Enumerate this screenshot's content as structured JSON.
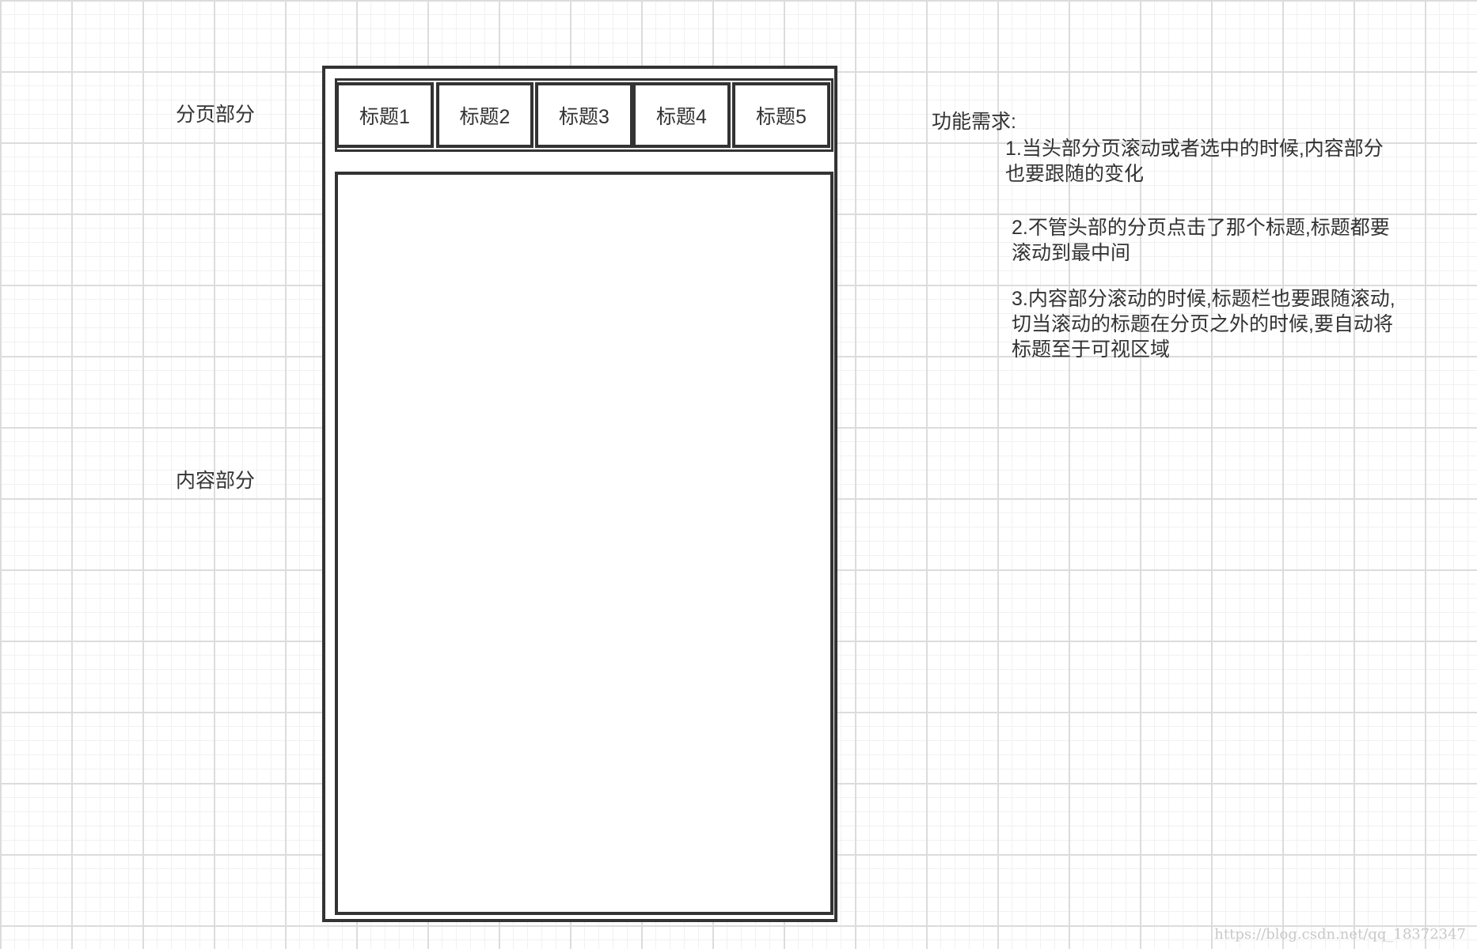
{
  "labels": {
    "tab_section": "分页部分",
    "content_section": "内容部分"
  },
  "tabs": [
    {
      "label": "标题1"
    },
    {
      "label": "标题2"
    },
    {
      "label": "标题3"
    },
    {
      "label": "标题4"
    },
    {
      "label": "标题5"
    }
  ],
  "requirements": {
    "heading": "功能需求:",
    "items": [
      "1.当头部分页滚动或者选中的时候,内容部分也要跟随的变化",
      "2.不管头部的分页点击了那个标题,标题都要滚动到最中间",
      "3.内容部分滚动的时候,标题栏也要跟随滚动,切当滚动的标题在分页之外的时候,要自动将标题至于可视区域"
    ]
  },
  "watermark": "https://blog.csdn.net/qq_18372347",
  "colors": {
    "stroke": "#333333",
    "grid_major": "#dcdcdc",
    "grid_minor": "#f1f1f1"
  }
}
